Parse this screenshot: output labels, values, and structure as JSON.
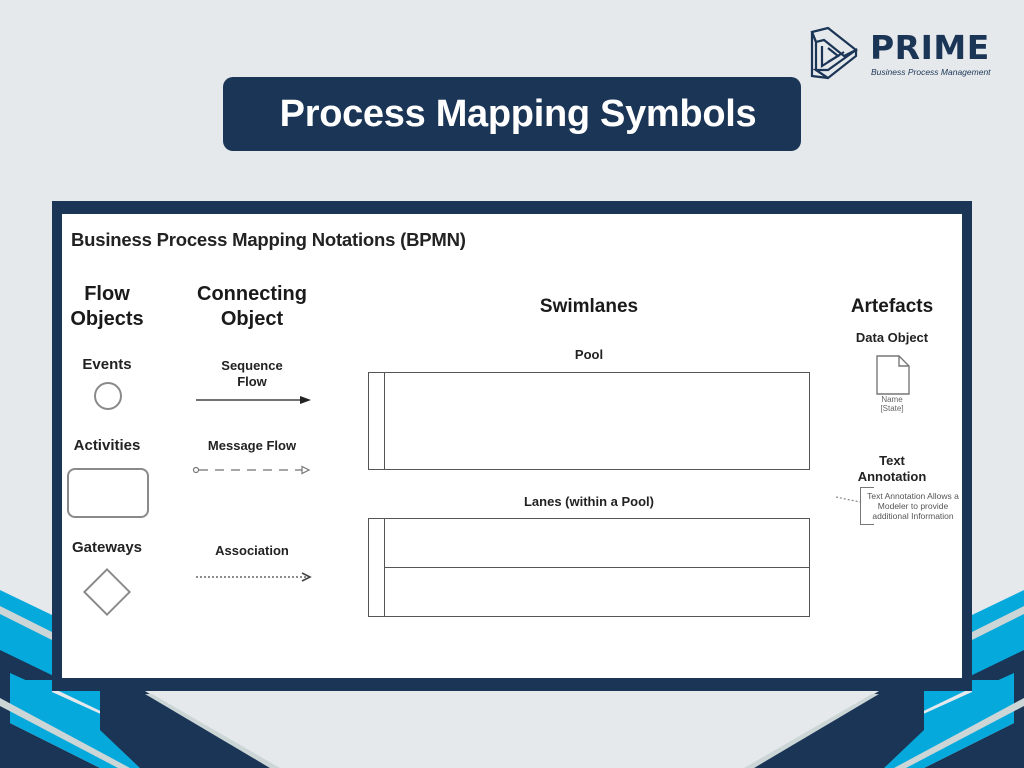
{
  "brand": {
    "name": "PRIME",
    "tagline": "Business Process Management",
    "colors": {
      "navy": "#1b3556",
      "cyan": "#06a9dc",
      "light_gray": "#e6e9ec",
      "stripe_gray": "#ccd6d6"
    }
  },
  "header": {
    "title": "Process Mapping Symbols"
  },
  "panel": {
    "heading": "Business Process Mapping Notations (BPMN)",
    "columns": {
      "flow_objects": {
        "title_line1": "Flow",
        "title_line2": "Objects",
        "items": [
          {
            "label": "Events",
            "symbol": "circle"
          },
          {
            "label": "Activities",
            "symbol": "rounded-rectangle"
          },
          {
            "label": "Gateways",
            "symbol": "diamond"
          }
        ]
      },
      "connecting_object": {
        "title_line1": "Connecting",
        "title_line2": "Object",
        "items": [
          {
            "label_line1": "Sequence",
            "label_line2": "Flow",
            "symbol": "solid-arrow"
          },
          {
            "label": "Message Flow",
            "symbol": "dashed-arrow-open-head"
          },
          {
            "label": "Association",
            "symbol": "dotted-arrow"
          }
        ]
      },
      "swimlanes": {
        "title": "Swimlanes",
        "pool_label": "Pool",
        "lanes_label": "Lanes (within a Pool)"
      },
      "artefacts": {
        "title": "Artefacts",
        "data_object": {
          "label": "Data Object",
          "name_line1": "Name",
          "name_line2": "[State]"
        },
        "text_annotation": {
          "label_line1": "Text",
          "label_line2": "Annotation",
          "body": "Text Annotation Allows a Modeler to provide additional Information"
        }
      }
    }
  }
}
